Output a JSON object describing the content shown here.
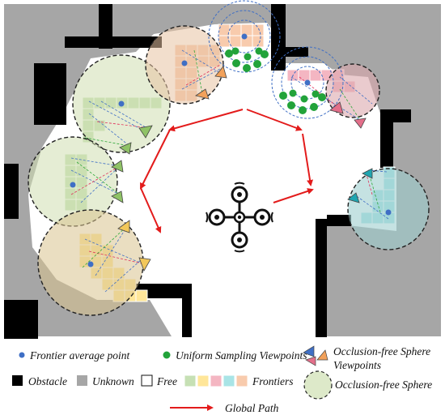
{
  "colors": {
    "unknown": "#a6a6a6",
    "free": "#ffffff",
    "obstacle": "#000000",
    "frontier_green": "#c6e0b4",
    "frontier_yellow": "#ffe699",
    "frontier_pink": "#f4b6c2",
    "frontier_cyan": "#a9e4e6",
    "frontier_orange": "#f8cbad",
    "sphere_fill": "#dde9c9",
    "frontier_point": "#3f6fc5",
    "sampling_viewpoint": "#22a33a",
    "global_path": "#e31b1b"
  },
  "legend": {
    "frontier_average_point": "Frontier average point",
    "uniform_sampling_viewpoints": "Uniform Sampling Viewpoints",
    "occlusion_free_viewpoints_line1": "Occlusion-free Sphere",
    "occlusion_free_viewpoints_line2": "Viewpoints",
    "obstacle": "Obstacle",
    "unknown": "Unknown",
    "free": "Free",
    "frontiers": "Frontiers",
    "occlusion_free_sphere": "Occlusion-free Sphere",
    "global_path": "Global Path"
  }
}
